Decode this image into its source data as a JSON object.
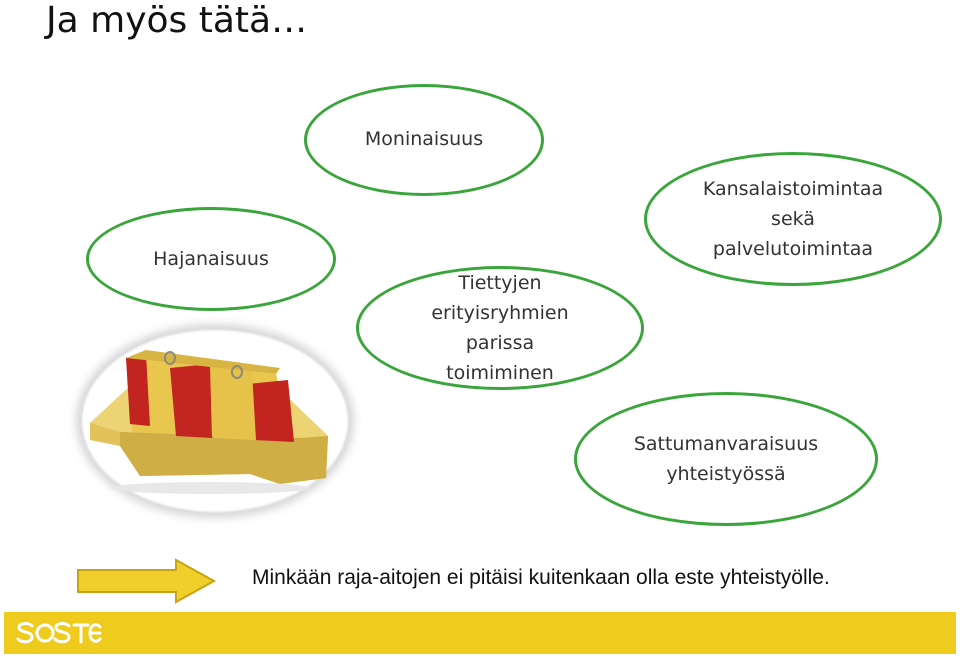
{
  "title": "Ja myös tätä…",
  "ovals": {
    "moninaisuus": "Moninaisuus",
    "hajanaisuus": "Hajanaisuus",
    "kansalais": [
      "Kansalaistoimintaa",
      "sekä",
      "palvelutoimintaa"
    ],
    "tiettyjen": [
      "Tiettyjen",
      "erityisryhmien",
      "parissa",
      "toimiminen"
    ],
    "sattuman": [
      "Sattumanvaraisuus",
      "yhteistyössä"
    ]
  },
  "conclusion": "Minkään raja-aitojen ei pitäisi kuitenkaan olla este yhteistyölle.",
  "footer": {
    "logo": "SOSTE"
  },
  "colors": {
    "oval_border": "#3aa53a",
    "footer": "#eecb1d",
    "arrow": "#f1cf2a"
  },
  "image": {
    "content": "yellow-red concrete traffic barrier"
  }
}
